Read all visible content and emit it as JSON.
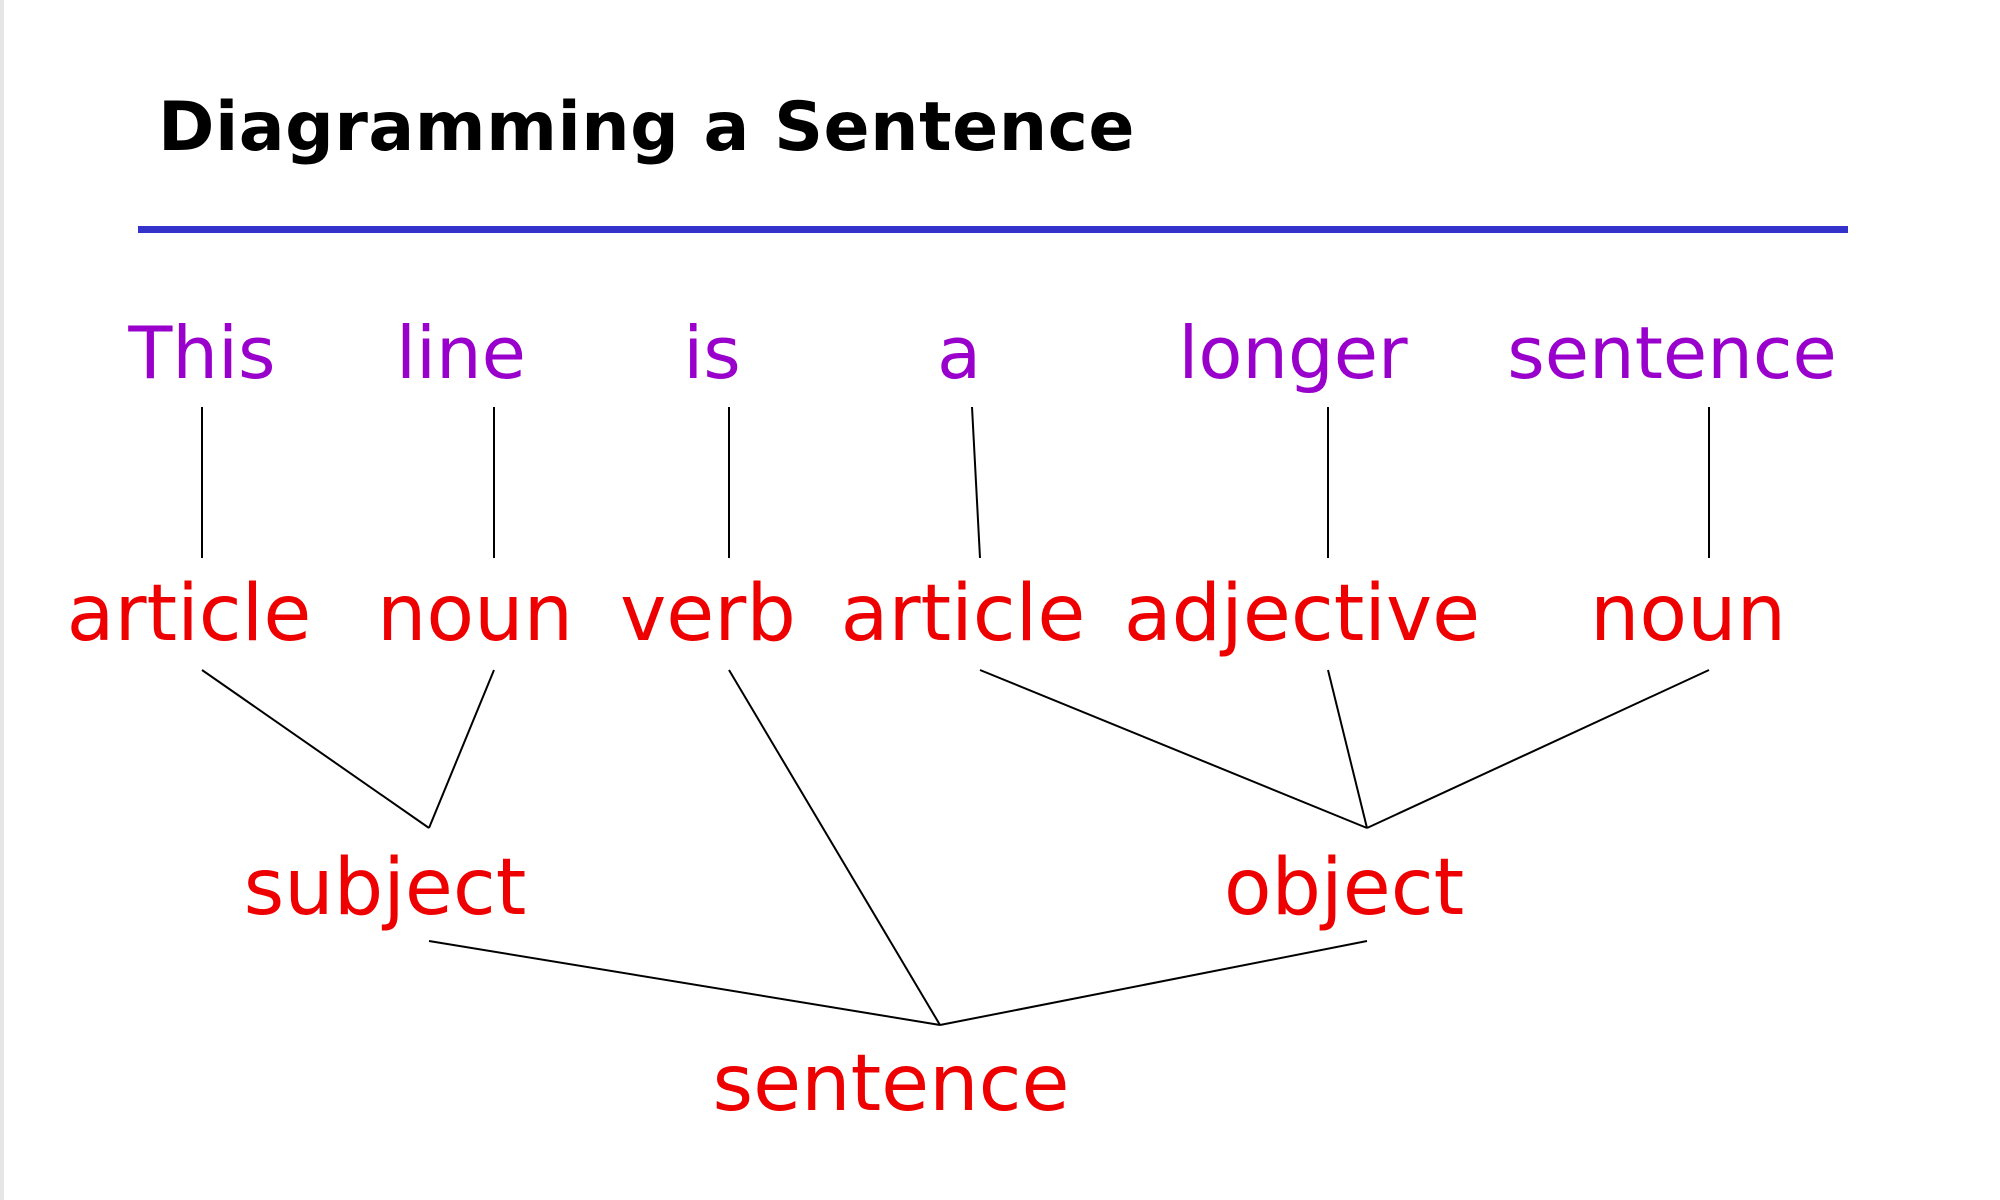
{
  "title": "Diagramming a Sentence",
  "colors": {
    "title_rule": "#3333cc",
    "words": "#9900cc",
    "tags": "#ee0000",
    "connectors": "#000000"
  },
  "words": [
    "This",
    "line",
    "is",
    "a",
    "longer",
    "sentence"
  ],
  "parts_of_speech": [
    "article",
    "noun",
    "verb",
    "article",
    "adjective",
    "noun"
  ],
  "phrases": {
    "subject": "subject",
    "object": "object"
  },
  "root": "sentence"
}
